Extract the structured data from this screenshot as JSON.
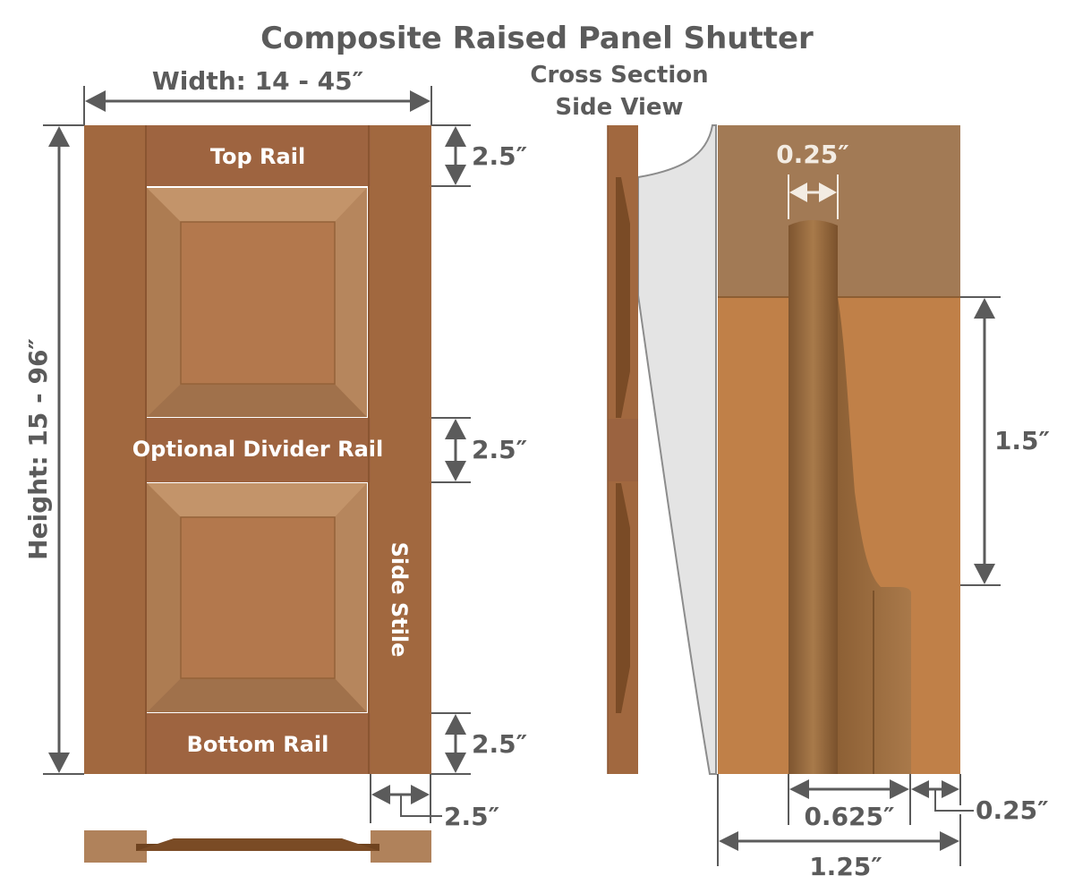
{
  "title": "Composite Raised Panel Shutter",
  "cross_section": {
    "title_line1": "Cross Section",
    "title_line2": "Side View"
  },
  "front_view": {
    "width_label": "Width: 14 - 45″",
    "height_label": "Height: 15 - 96″",
    "top_rail_label": "Top Rail",
    "divider_rail_label": "Optional Divider Rail",
    "bottom_rail_label": "Bottom Rail",
    "side_stile_label": "Side Stile",
    "top_rail_dim": "2.5″",
    "divider_rail_dim": "2.5″",
    "bottom_rail_dim": "2.5″",
    "stile_width_dim": "2.5″"
  },
  "detail_view": {
    "tongue_width_dim": "0.25″",
    "step_height_dim": "1.5″",
    "panel_depth_dim": "0.625″",
    "edge_dim": "0.25″",
    "total_dim": "1.25″"
  },
  "colors": {
    "stile": "#a1683f",
    "rail": "#9e6440",
    "panel": "#b38257",
    "panel_face": "#b3784d",
    "label_text": "#5b5b5b",
    "detail_top": "#a27a55",
    "detail_body": "#c08048",
    "tongue": "#9a6a3c",
    "callout": "#e4e4e4"
  }
}
